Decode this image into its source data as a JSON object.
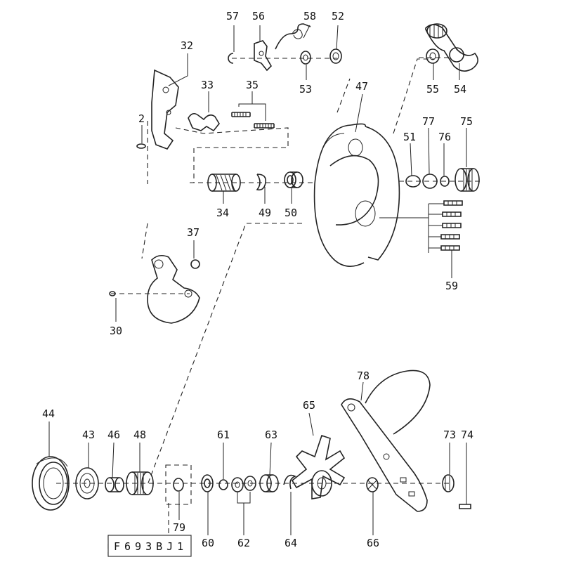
{
  "figure_code": "F693BJ1",
  "callouts": [
    "57",
    "56",
    "58",
    "52",
    "32",
    "53",
    "47",
    "55",
    "54",
    "33",
    "35",
    "2",
    "51",
    "77",
    "76",
    "75",
    "34",
    "49",
    "50",
    "37",
    "59",
    "30",
    "44",
    "43",
    "46",
    "48",
    "61",
    "63",
    "65",
    "78",
    "73",
    "74",
    "79",
    "60",
    "62",
    "64",
    "66"
  ]
}
